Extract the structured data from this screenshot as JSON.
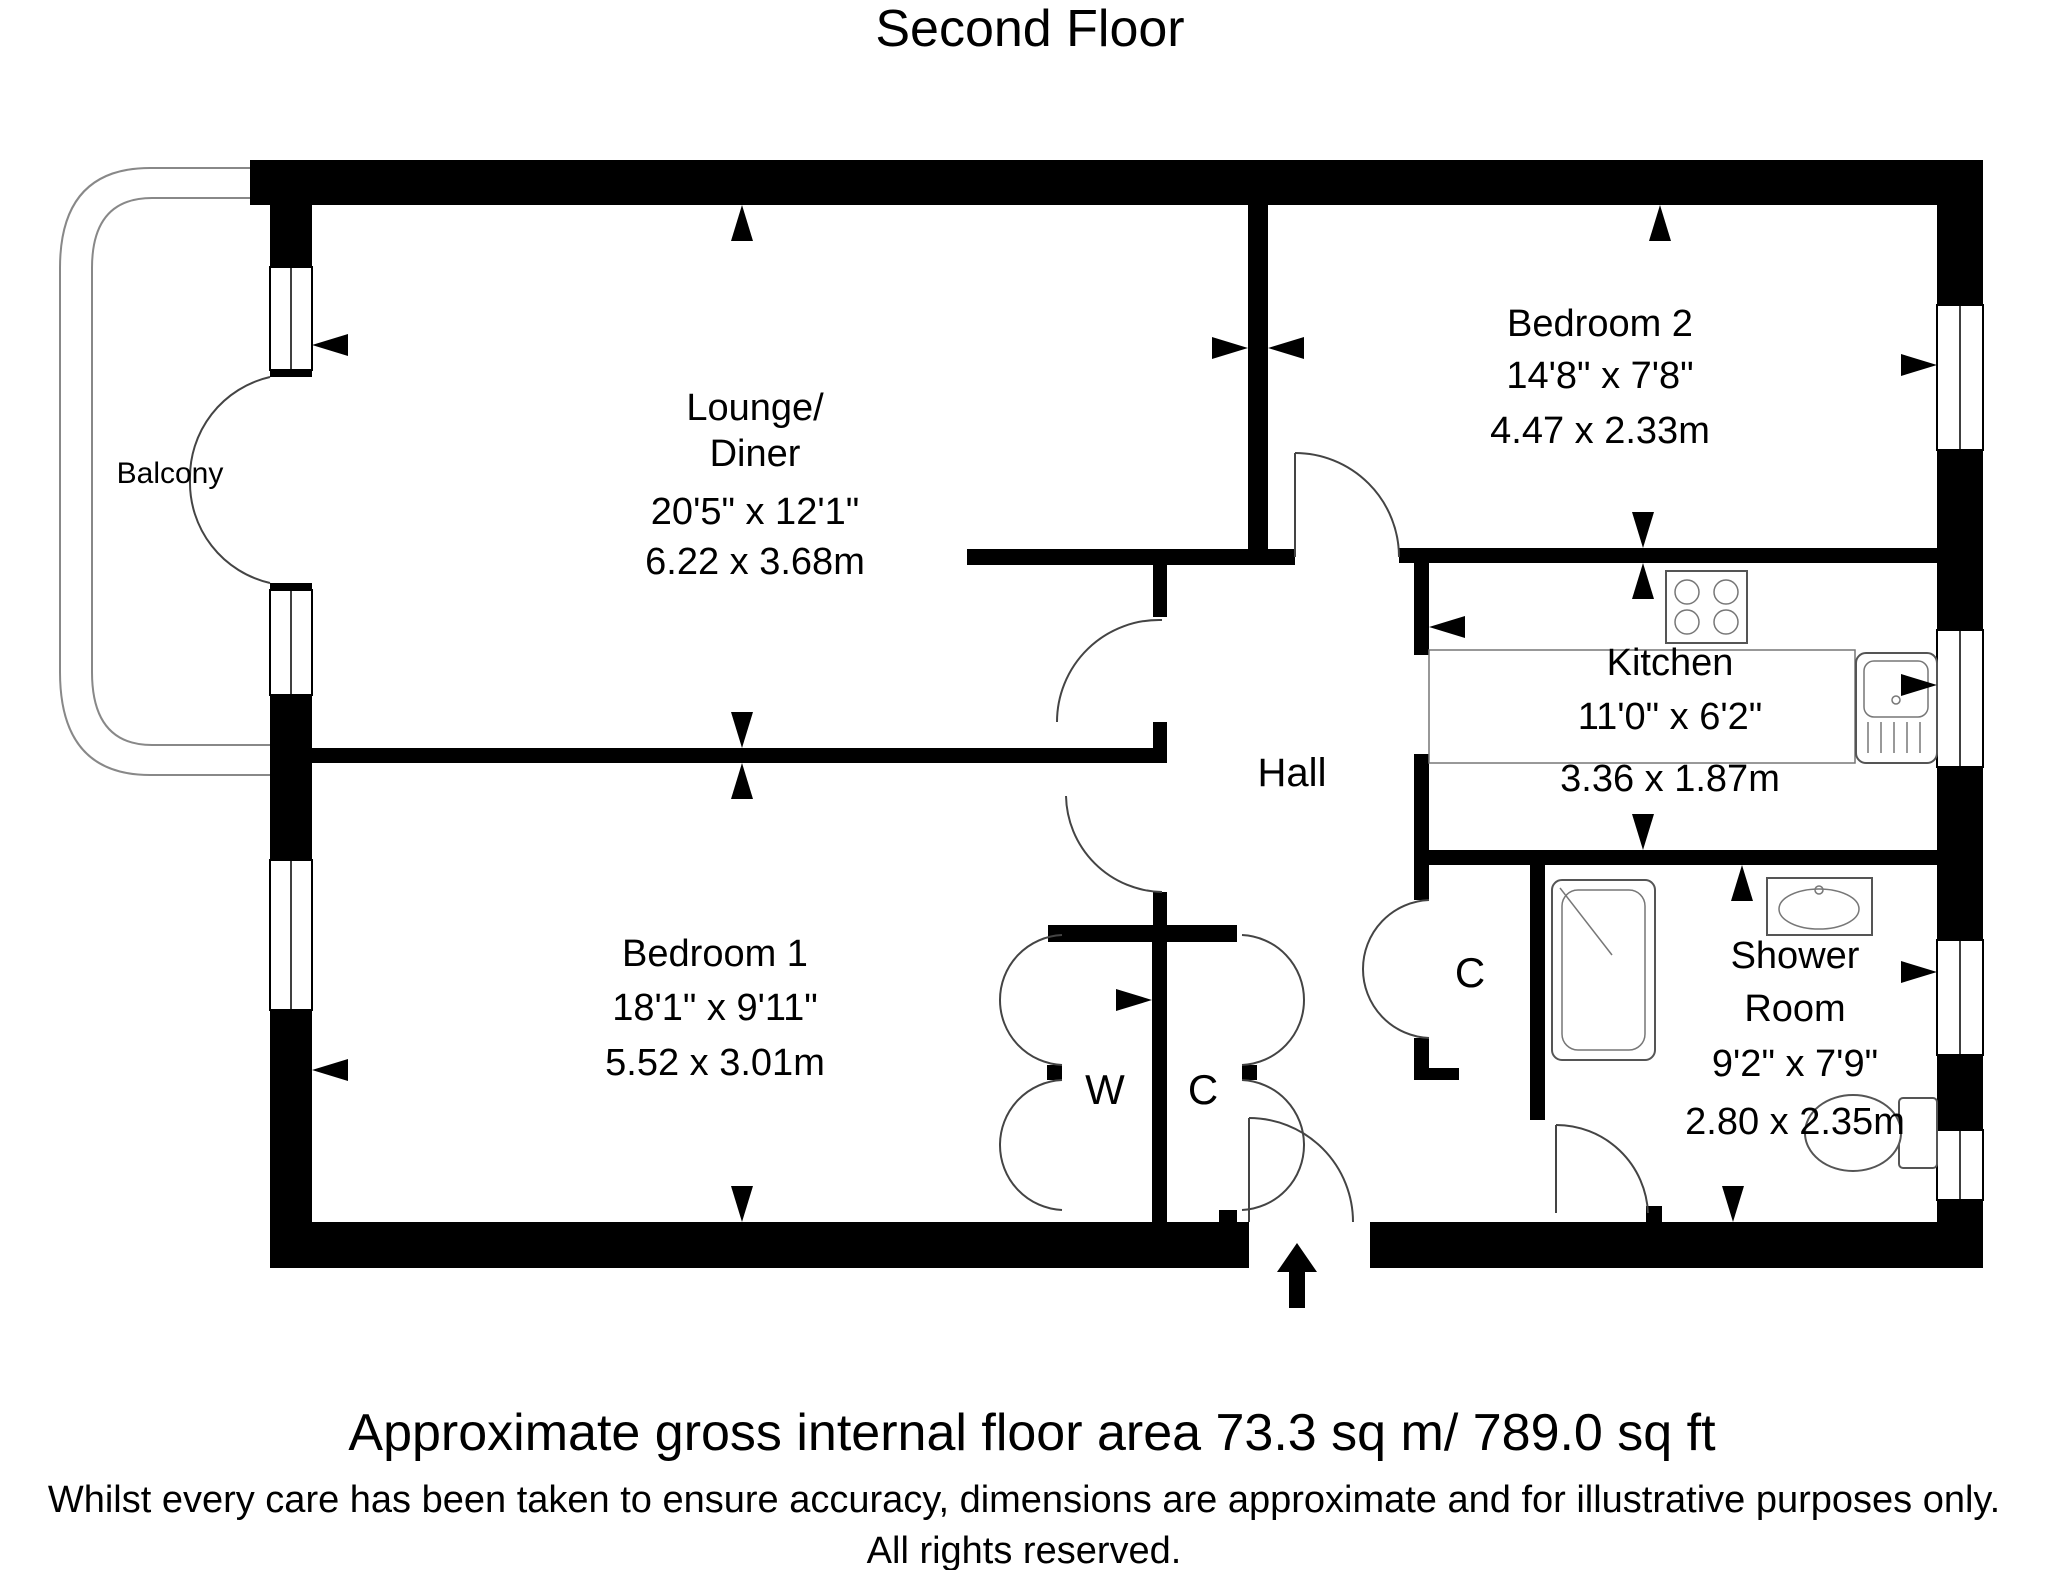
{
  "title": "Second Floor",
  "floorplan": {
    "rooms": {
      "lounge": {
        "name_line1": "Lounge/",
        "name_line2": "Diner",
        "dims_imperial": "20'5\" x 12'1\"",
        "dims_metric": "6.22 x 3.68m"
      },
      "bedroom2": {
        "name": "Bedroom 2",
        "dims_imperial": "14'8\" x 7'8\"",
        "dims_metric": "4.47 x 2.33m"
      },
      "kitchen": {
        "name": "Kitchen",
        "dims_imperial": "11'0\" x 6'2\"",
        "dims_metric": "3.36 x 1.87m"
      },
      "bedroom1": {
        "name": "Bedroom 1",
        "dims_imperial": "18'1\" x 9'11\"",
        "dims_metric": "5.52 x 3.01m"
      },
      "shower_room": {
        "name_line1": "Shower",
        "name_line2": "Room",
        "dims_imperial": "9'2\" x 7'9\"",
        "dims_metric": "2.80 x 2.35m"
      },
      "hall": {
        "name": "Hall"
      },
      "balcony": {
        "name": "Balcony"
      },
      "wardrobe": {
        "name": "W"
      },
      "cupboard": {
        "name": "C"
      },
      "hall_cupboard": {
        "name": "C"
      }
    }
  },
  "footer": {
    "area_summary": "Approximate gross internal floor area 73.3 sq m/ 789.0 sq ft",
    "disclaimer_line1": "Whilst every care has been taken to ensure accuracy, dimensions are approximate and for illustrative purposes only.",
    "disclaimer_line2": "All rights reserved."
  },
  "colors": {
    "wall": "#000000",
    "background": "#ffffff"
  }
}
